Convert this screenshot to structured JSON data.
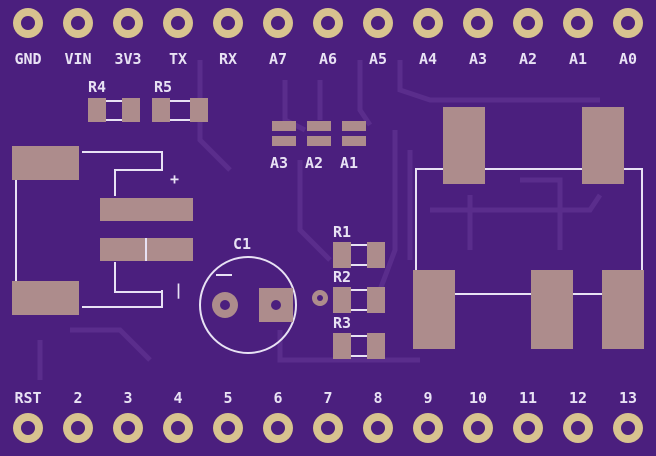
{
  "board": {
    "colors": {
      "substrate": "#4b1f7e",
      "copper_trace": "#5a2d8c",
      "pad": "#ad8c8c",
      "hole": "#d8c38f",
      "silkscreen": "#e8e2f4"
    }
  },
  "top_header": {
    "pins": [
      "GND",
      "VIN",
      "3V3",
      "TX",
      "RX",
      "A7",
      "A6",
      "A5",
      "A4",
      "A3",
      "A2",
      "A1",
      "A0"
    ]
  },
  "bottom_header": {
    "pins": [
      "RST",
      "2",
      "3",
      "4",
      "5",
      "6",
      "7",
      "8",
      "9",
      "10",
      "11",
      "12",
      "13"
    ]
  },
  "components": {
    "r4": "R4",
    "r5": "R5",
    "r1": "R1",
    "r2": "R2",
    "r3": "R3",
    "c1": "C1",
    "jumper_a3": "A3",
    "jumper_a2": "A2",
    "jumper_a1": "A1",
    "plus_mark": "+",
    "minus_mark": "|"
  }
}
